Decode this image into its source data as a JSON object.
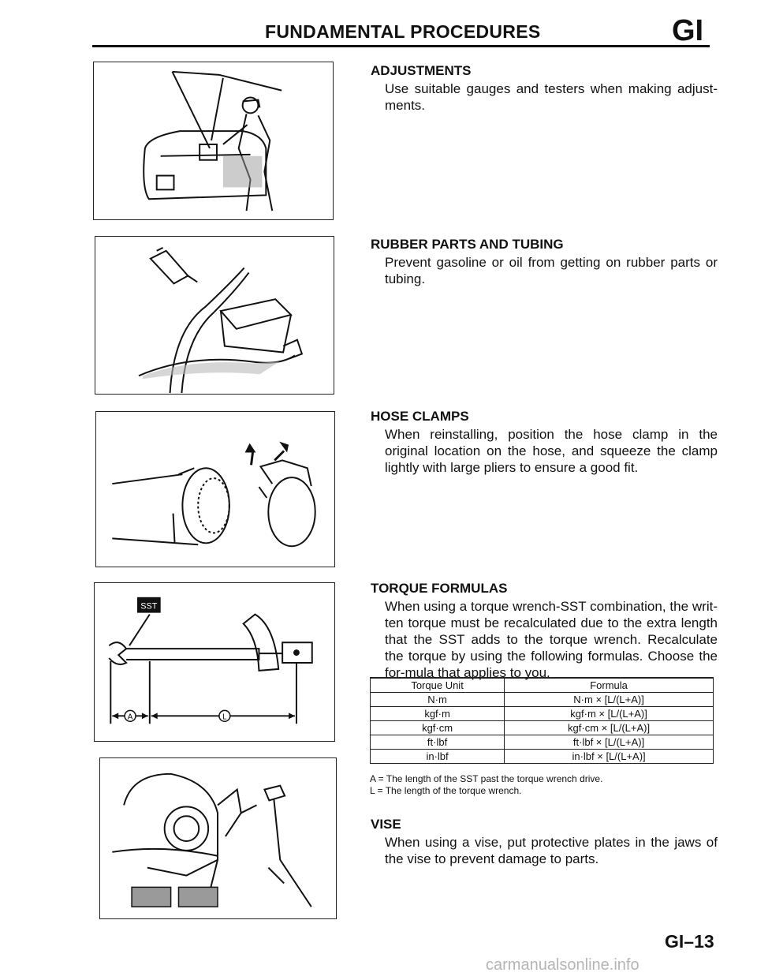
{
  "header": {
    "title": "FUNDAMENTAL PROCEDURES",
    "section_code": "GI"
  },
  "sections": [
    {
      "title": "ADJUSTMENTS",
      "body": "Use suitable gauges and testers when making adjust-ments."
    },
    {
      "title": "RUBBER PARTS AND TUBING",
      "body": "Prevent gasoline or oil from getting on rubber parts or tubing."
    },
    {
      "title": "HOSE CLAMPS",
      "body": "When reinstalling, position the hose clamp in the original location on the hose, and squeeze the clamp lightly with large pliers to ensure a good fit."
    },
    {
      "title": "TORQUE FORMULAS",
      "body": "When using a torque wrench-SST combination, the writ-ten torque must be recalculated due to the extra length that the SST adds to the torque wrench. Recalculate the torque by using the following formulas. Choose the for-mula that applies to you."
    },
    {
      "title": "VISE",
      "body": "When using a vise, put protective plates in the jaws of the vise to prevent damage to parts."
    }
  ],
  "torque_table": {
    "headers": [
      "Torque Unit",
      "Formula"
    ],
    "rows": [
      [
        "N·m",
        "N·m × [L/(L+A)]"
      ],
      [
        "kgf·m",
        "kgf·m × [L/(L+A)]"
      ],
      [
        "kgf·cm",
        "kgf·cm × [L/(L+A)]"
      ],
      [
        "ft·lbf",
        "ft·lbf × [L/(L+A)]"
      ],
      [
        "in·lbf",
        "in·lbf × [L/(L+A)]"
      ]
    ]
  },
  "notes": [
    "A = The length of the SST past the torque wrench drive.",
    "L = The length of the torque wrench."
  ],
  "figures": {
    "torque_wrench": {
      "badge": "SST",
      "label_a": "A",
      "label_l": "L"
    }
  },
  "page_number": "GI–13",
  "watermark": "carmanualsonline.info"
}
